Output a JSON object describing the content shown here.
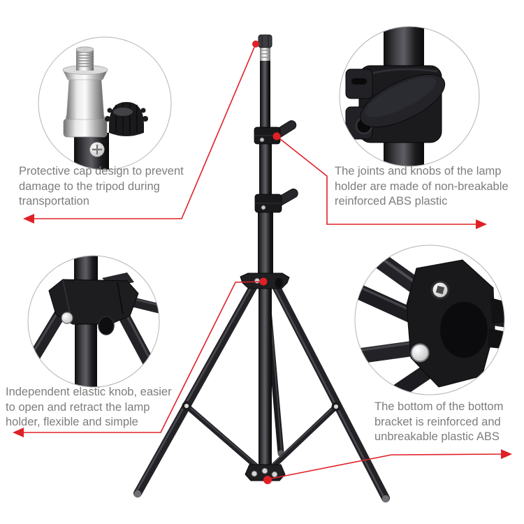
{
  "image": {
    "background": "#ffffff",
    "subject": "tripod-light-stand"
  },
  "colors": {
    "accent_red": "#e02027",
    "text_gray": "#7d7d7d",
    "circle_border": "#b4b4b4"
  },
  "annotations": [
    {
      "id": "protective-cap",
      "arrow": "left",
      "lines": [
        "Protective cap design to prevent",
        "damage to the tripod during",
        "transportation"
      ]
    },
    {
      "id": "joints-knobs",
      "arrow": "right",
      "lines": [
        "The joints and knobs of the lamp",
        "holder are made of non-breakable",
        "reinforced ABS plastic"
      ]
    },
    {
      "id": "elastic-knob",
      "arrow": "left",
      "lines": [
        "Independent elastic knob, easier",
        "to open and retract the lamp",
        "holder, flexible and simple"
      ]
    },
    {
      "id": "bottom-bracket",
      "arrow": "right",
      "lines": [
        "The bottom of the bottom",
        "bracket is reinforced and",
        "unbreakable plastic ABS"
      ]
    }
  ],
  "callouts": [
    {
      "id": "protective-cap-detail"
    },
    {
      "id": "clamp-knob-detail"
    },
    {
      "id": "leg-bracket-detail"
    },
    {
      "id": "bottom-bracket-detail"
    }
  ]
}
